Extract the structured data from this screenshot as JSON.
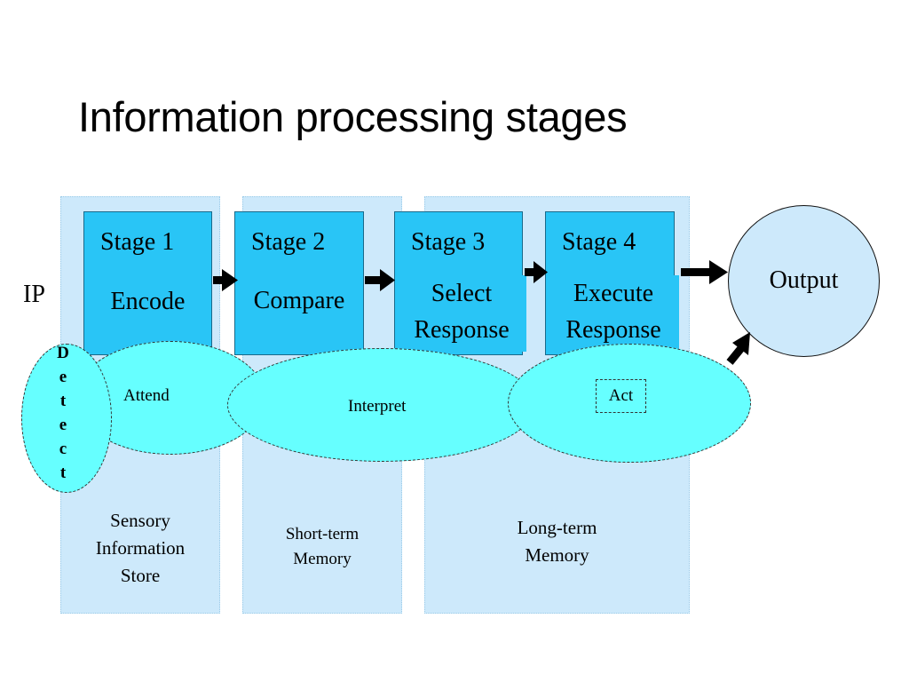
{
  "title": "Information processing stages",
  "ip_label": "IP",
  "stages": [
    {
      "title": "Stage 1",
      "name": [
        "Encode"
      ]
    },
    {
      "title": "Stage 2",
      "name": [
        "Compare"
      ]
    },
    {
      "title": "Stage 3",
      "name": [
        "Select",
        "Response"
      ]
    },
    {
      "title": "Stage 4",
      "name": [
        "Execute",
        "Response"
      ]
    }
  ],
  "output": "Output",
  "processes": {
    "detect": [
      "D",
      "e",
      "t",
      "e",
      "c",
      "t"
    ],
    "attend": "Attend",
    "interpret": "Interpret",
    "act": "Act"
  },
  "memory_stores": [
    [
      "Sensory",
      "Information",
      "Store"
    ],
    [
      "Short-term",
      "Memory"
    ],
    [
      "Long-term",
      "Memory"
    ]
  ],
  "colors": {
    "panel": "#cde9fb",
    "stage": "#29c5f6",
    "process_oval": "#66ffff",
    "output": "#cde9fb"
  }
}
